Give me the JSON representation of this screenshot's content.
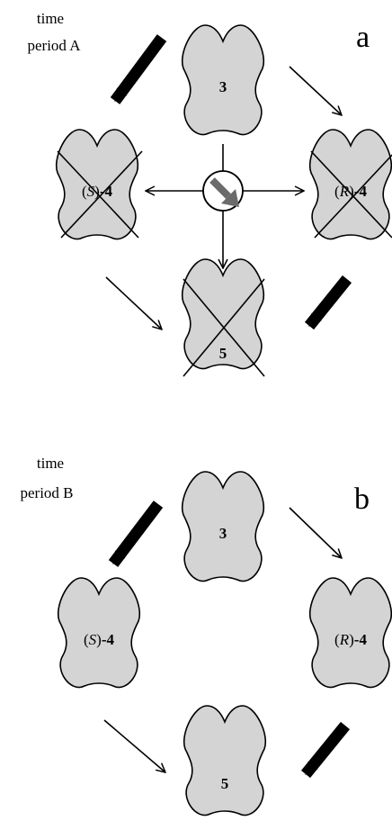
{
  "panel_a": {
    "time_line1": "time",
    "time_line2": "period A",
    "letter": "a",
    "top": "3",
    "left_prefix": "(",
    "left_italic": "S",
    "left_suffix": ")",
    "left_num": "-4",
    "right_prefix": "(",
    "right_italic": "R",
    "right_suffix": ")",
    "right_num": "-4",
    "bottom": "5"
  },
  "panel_b": {
    "time_line1": "time",
    "time_line2": "period B",
    "letter": "b",
    "top": "3",
    "left_prefix": "(",
    "left_italic": "S",
    "left_suffix": ")",
    "left_num": "-4",
    "right_prefix": "(",
    "right_italic": "R",
    "right_suffix": ")",
    "right_num": "-4",
    "bottom": "5"
  },
  "colors": {
    "shape_fill": "#d4d4d4",
    "stroke": "#000000",
    "inhibitor_arrow": "#6b6b6b"
  }
}
